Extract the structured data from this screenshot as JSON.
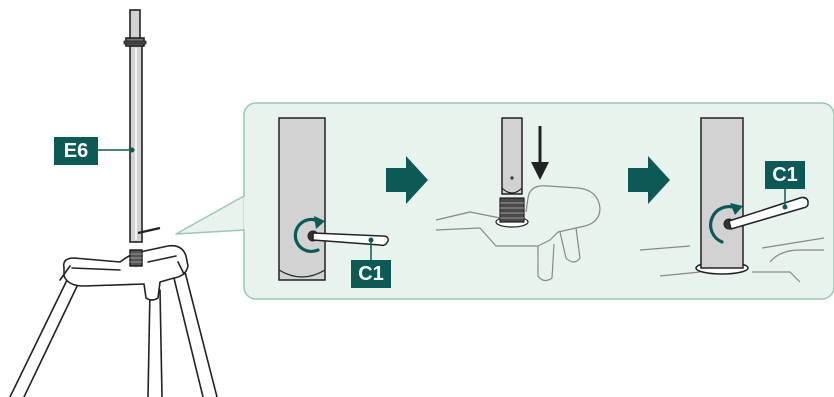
{
  "labels": {
    "pole": "E6",
    "wrench_step1": "C1",
    "wrench_step3": "C1"
  },
  "colors": {
    "accent": "#0b5a55",
    "panel_fill": "#e9f3ee",
    "panel_stroke": "#9cc7b3",
    "line": "#222222",
    "pole_fill": "#d2d2d2"
  },
  "icons": {
    "arrow": "right-arrow-icon",
    "rotate": "rotate-icon",
    "down": "down-arrow-icon"
  }
}
